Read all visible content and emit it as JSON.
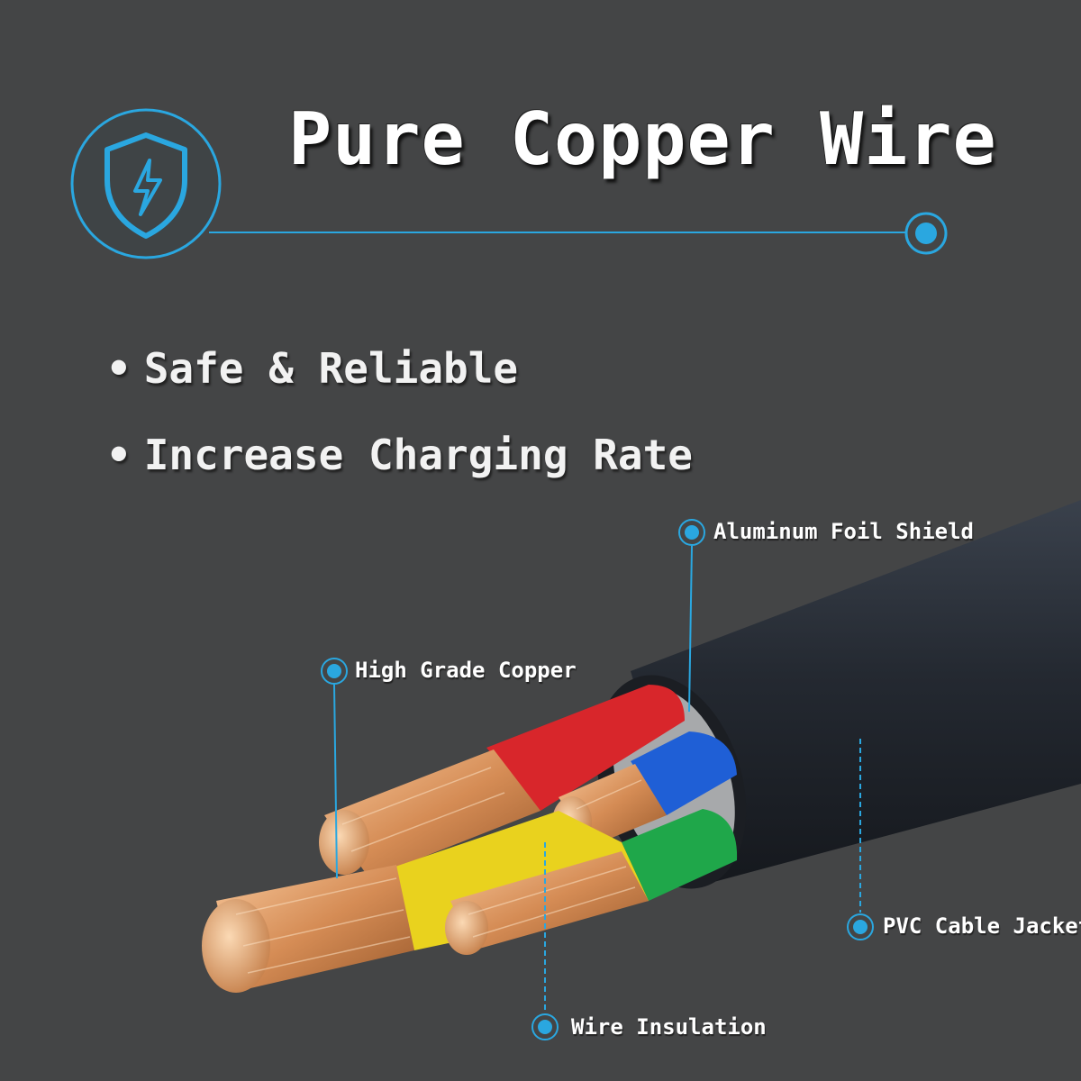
{
  "title": "Pure Copper Wire",
  "features": [
    "Safe & Reliable",
    "Increase Charging Rate"
  ],
  "bullet_glyph": "•",
  "badge_icon": "shield-lightning-icon",
  "callouts": {
    "aluminum_foil_shield": "Aluminum Foil Shield",
    "high_grade_copper": "High Grade Copper",
    "pvc_cable_jacket": "PVC Cable Jacket",
    "wire_insulation": "Wire Insulation"
  },
  "colors": {
    "background": "#444546",
    "accent": "#2aa7e0",
    "jacket": "#262b33",
    "insulation_red": "#d8262b",
    "insulation_blue": "#1f5fd6",
    "insulation_green": "#1fa74a",
    "insulation_yellow": "#e9d21e",
    "copper": "#d58c55"
  }
}
